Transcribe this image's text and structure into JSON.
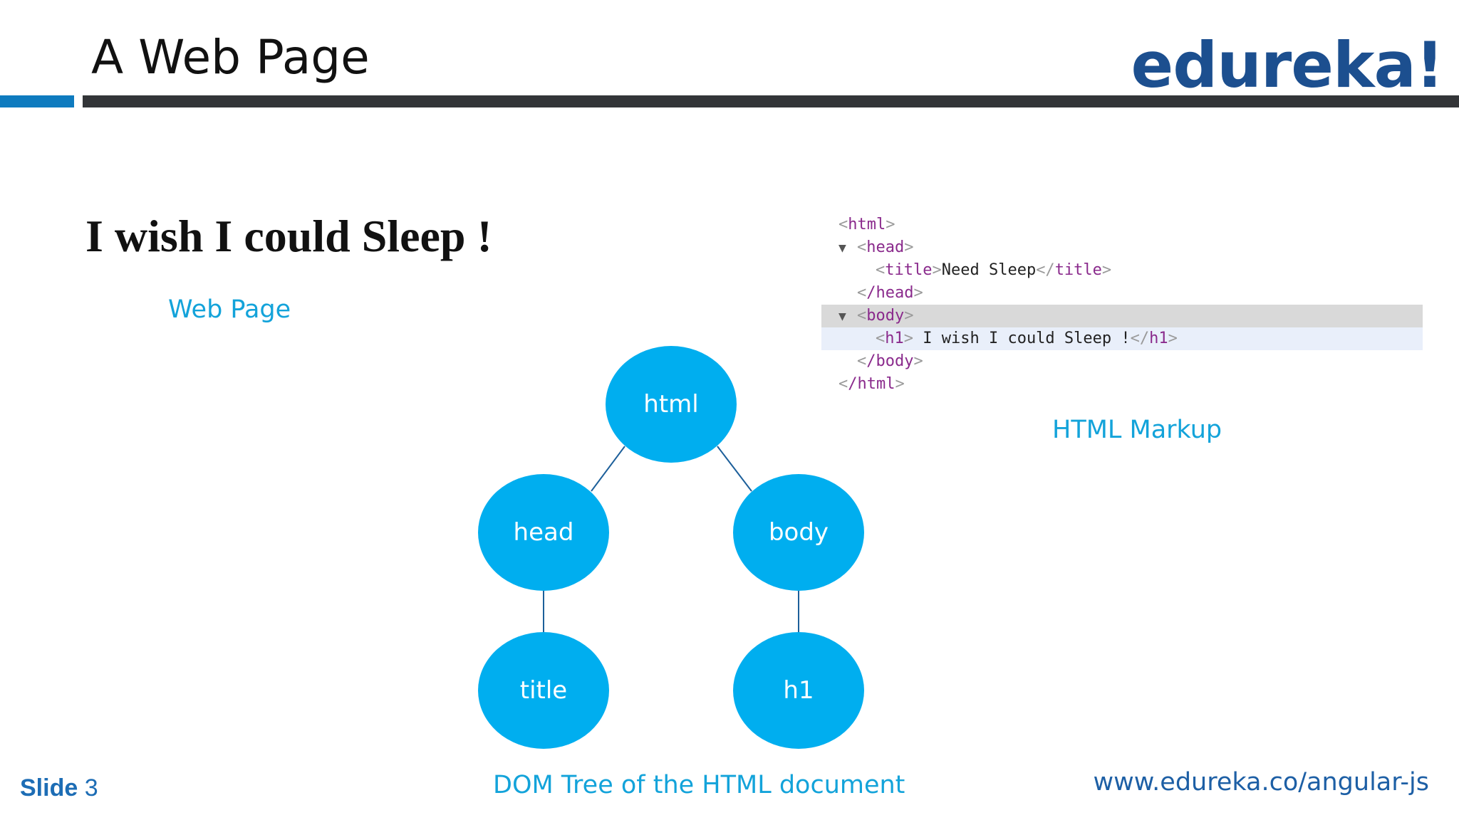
{
  "header": {
    "title": "A Web Page",
    "logo": "edureka!"
  },
  "left": {
    "rendered_heading": "I wish I could Sleep !",
    "caption": "Web Page"
  },
  "code": {
    "lines": [
      {
        "indent": 0,
        "triangle": "",
        "open": "html",
        "text": "",
        "close": ""
      },
      {
        "indent": 0,
        "triangle": "▼",
        "open": "head",
        "text": "",
        "close": ""
      },
      {
        "indent": 2,
        "triangle": "",
        "open": "title",
        "text": "Need Sleep",
        "close": "title"
      },
      {
        "indent": 1,
        "triangle": "",
        "open": "/head",
        "text": "",
        "close": ""
      },
      {
        "indent": 0,
        "triangle": "▼",
        "open": "body",
        "text": "",
        "close": ""
      },
      {
        "indent": 2,
        "triangle": "",
        "open": "h1",
        "text": " I wish I could Sleep !",
        "close": "h1"
      },
      {
        "indent": 1,
        "triangle": "",
        "open": "/body",
        "text": "",
        "close": ""
      },
      {
        "indent": 0,
        "triangle": "",
        "open": "/html",
        "text": "",
        "close": ""
      }
    ],
    "caption": "HTML Markup"
  },
  "tree": {
    "nodes": {
      "html": "html",
      "head": "head",
      "body": "body",
      "title": "title",
      "h1": "h1"
    },
    "caption": "DOM Tree of the HTML document",
    "node_color": "#00aeef"
  },
  "footer": {
    "slide_word": "Slide",
    "slide_number": "3",
    "url": "www.edureka.co/angular-js"
  },
  "colors": {
    "accent_blue": "#0e7bbf",
    "caption_blue": "#13a3da",
    "logo_blue": "#1c4f8f"
  }
}
